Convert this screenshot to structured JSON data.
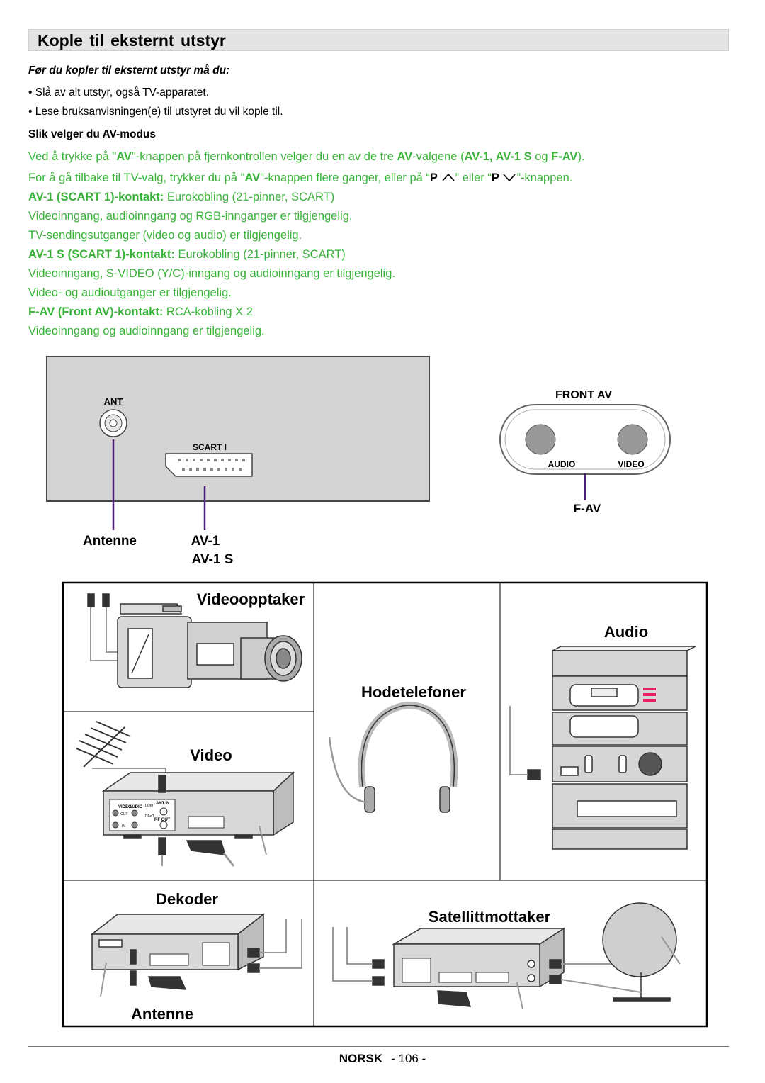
{
  "title": "Kople til eksternt utstyr",
  "intro": {
    "heading": "Før du kopler til eksternt utstyr må du:",
    "bullets": [
      "• Slå av alt utstyr, også TV-apparatet.",
      "• Lese bruksanvisningen(e) til utstyret du vil kople til."
    ]
  },
  "av_mode": {
    "heading": "Slik velger du AV-modus",
    "line1": {
      "t1": "Ved å trykke på \"",
      "b1": "AV",
      "t2": "\"-knappen på fjernkontrollen velger du en av de tre ",
      "b2": "AV",
      "t3": "-valgene (",
      "b3": "AV-1, AV-1 S",
      "t4": " og ",
      "b4": "F-AV",
      "t5": ")."
    },
    "line2": {
      "t1": "For å gå tilbake til TV-valg, trykker du på \"",
      "b1": "AV",
      "t2": "\"-knappen flere ganger, eller på “",
      "b2": "P",
      "t3": "” eller “",
      "b3": "P",
      "t4": "”-knappen."
    },
    "items": [
      {
        "label": "AV-1 (SCART 1)-kontakt:",
        "desc": " Eurokobling (21-pinner, SCART)"
      },
      {
        "text": "Videoinngang, audioinngang og RGB-innganger er tilgjengelig."
      },
      {
        "text": "TV-sendingsutganger (video og audio) er tilgjengelig."
      },
      {
        "label": "AV-1 S (SCART 1)-kontakt:",
        "desc": " Eurokobling (21-pinner, SCART)"
      },
      {
        "text": "Videoinngang, S-VIDEO (Y/C)-inngang og audioinngang er tilgjengelig."
      },
      {
        "text": "Video- og audioutganger er tilgjengelig."
      },
      {
        "label": "F-AV (Front AV)-kontakt:",
        "desc": " RCA-kobling X 2"
      },
      {
        "text": "Videoinngang og audioinngang er tilgjengelig."
      }
    ]
  },
  "rear_panel": {
    "ant": "ANT",
    "scart": "SCART I",
    "label_antenne": "Antenne",
    "label_av1": "AV-1",
    "label_av1s": "AV-1 S"
  },
  "front_av": {
    "title": "FRONT AV",
    "audio": "AUDIO",
    "video": "VIDEO",
    "label": "F-AV"
  },
  "devices": {
    "camcorder": "Videoopptaker",
    "audio": "Audio",
    "headphones": "Hodetelefoner",
    "video": "Video",
    "decoder": "Dekoder",
    "satellite": "Satellittmottaker",
    "antenna": "Antenne"
  },
  "vcr_panel": {
    "video": "VIDEO",
    "audio": "AUDIO",
    "out": "OUT",
    "in": "IN",
    "ant_in": "ANT.IN",
    "rf_out": "RF OUT",
    "low": "LOW",
    "high": "HIGH"
  },
  "footer": {
    "lang": "NORSK",
    "page": "- 106 -"
  },
  "colors": {
    "green_text": "#38b238",
    "connector_line": "#4b1f78",
    "title_bg": "#e4e4e4",
    "panel_bg": "#d4d4d4"
  }
}
